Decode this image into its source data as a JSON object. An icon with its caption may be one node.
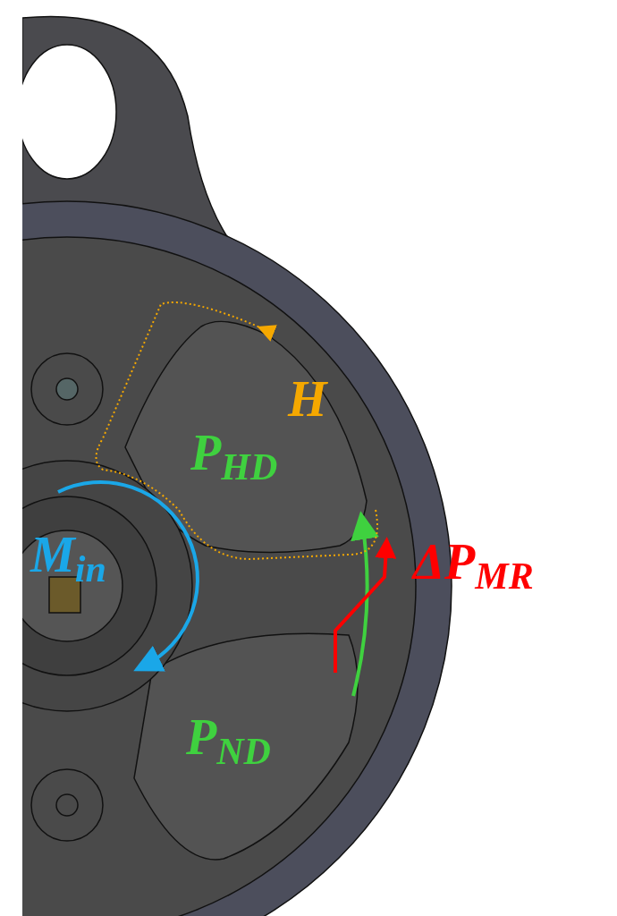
{
  "diagram": {
    "labels": [
      "H",
      "P$_{HD}$",
      "M$_{in}$",
      "ΔP$_{MR}$",
      "P$_{ND}$"
    ]
  }
}
